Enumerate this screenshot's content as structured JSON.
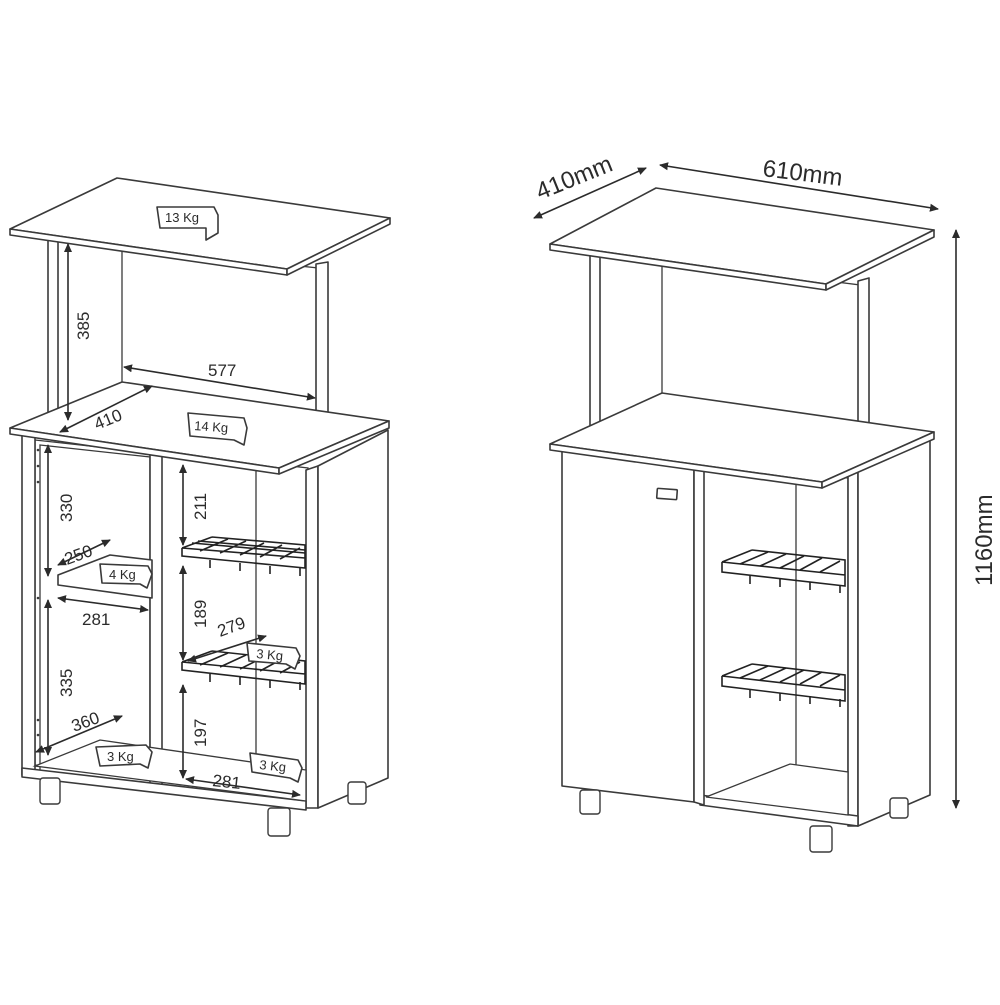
{
  "left_view": {
    "weights": {
      "top": "13 Kg",
      "middle": "14 Kg",
      "left_shelf": "4 Kg",
      "rack": "3 Kg",
      "bottom_left": "3 Kg",
      "bottom_right": "3 Kg"
    },
    "dimensions": {
      "niche_height": "385",
      "niche_width": "577",
      "niche_depth": "410",
      "left_upper_height": "330",
      "left_shelf_depth": "250",
      "left_width": "281",
      "left_lower_height": "335",
      "left_bottom_depth": "360",
      "right_upper_height": "211",
      "right_middle_height": "189",
      "rack_depth": "279",
      "right_lower_height": "197",
      "right_width": "281"
    }
  },
  "right_view": {
    "dimensions": {
      "depth": "410mm",
      "width": "610mm",
      "height": "1160mm"
    }
  }
}
